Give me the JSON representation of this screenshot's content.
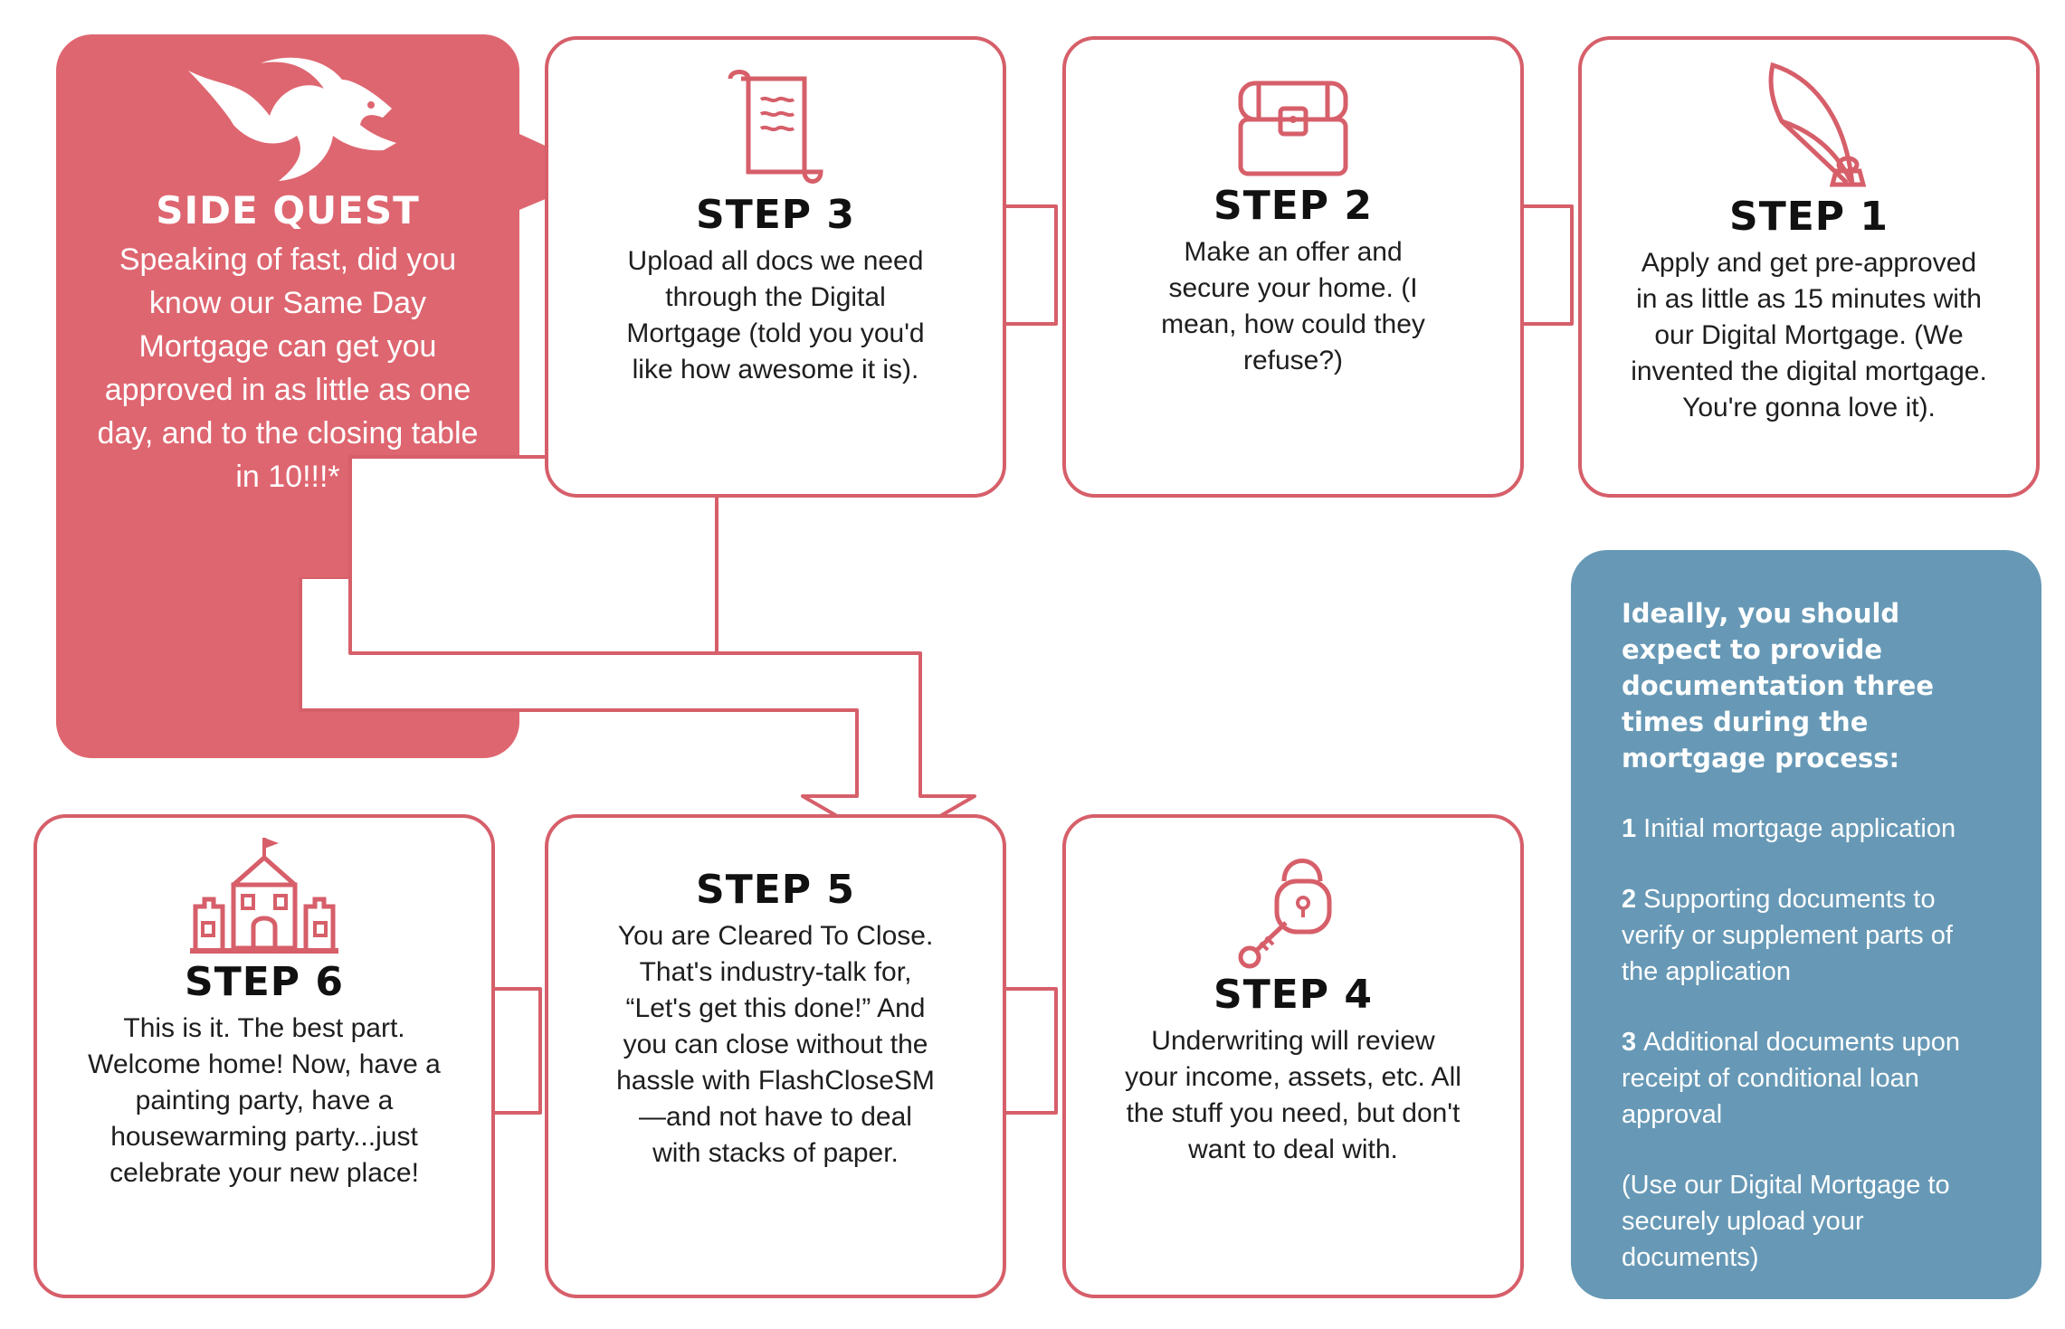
{
  "steps": [
    {
      "title": "STEP 1",
      "text": "Apply and get pre-approved in as little as 15 minutes with our Digital Mortgage. (We invented the digital mortgage. You're gonna love it).",
      "icon": "quill-icon"
    },
    {
      "title": "STEP 2",
      "text": "Make an offer and secure your home. (I mean, how could they refuse?)",
      "icon": "treasure-chest-icon"
    },
    {
      "title": "STEP 3",
      "text": "Upload all docs we need through the Digital Mortgage (told you you'd like how awesome it is).",
      "icon": "scroll-icon"
    },
    {
      "title": "STEP 4",
      "text": "Underwriting will review your income, assets, etc. All the stuff you need, but don't want to deal with.",
      "icon": "padlock-key-icon"
    },
    {
      "title": "STEP 5",
      "text": "You are Cleared To Close. That's industry-talk for, “Let's get this done!” And you can close without the hassle with FlashCloseSM—and not have to deal with stacks of paper.",
      "icon": ""
    },
    {
      "title": "STEP 6",
      "text": "This is it. The best part. Welcome home! Now, have a painting party, have a housewarming party...just celebrate your new place!",
      "icon": "castle-icon"
    }
  ],
  "side_quest": {
    "title": "SIDE QUEST",
    "text": "Speaking of fast, did you know our Same Day Mortgage can get you approved in as little as one day, and to the closing table in 10!!!*",
    "icon": "dragon-icon"
  },
  "info": {
    "title": "Ideally, you should expect to provide documentation three times during the mortgage process:",
    "items": [
      {
        "num": "1",
        "text": "Initial mortgage application"
      },
      {
        "num": "2",
        "text": "Supporting documents to verify or supplement parts of the application"
      },
      {
        "num": "3",
        "text": "Additional documents upon receipt of conditional loan approval"
      }
    ],
    "note": "(Use our Digital Mortgage to securely upload your documents)"
  },
  "colors": {
    "accent": "#de6670",
    "outline": "#d65f6a",
    "info_bg": "#6799b6"
  }
}
